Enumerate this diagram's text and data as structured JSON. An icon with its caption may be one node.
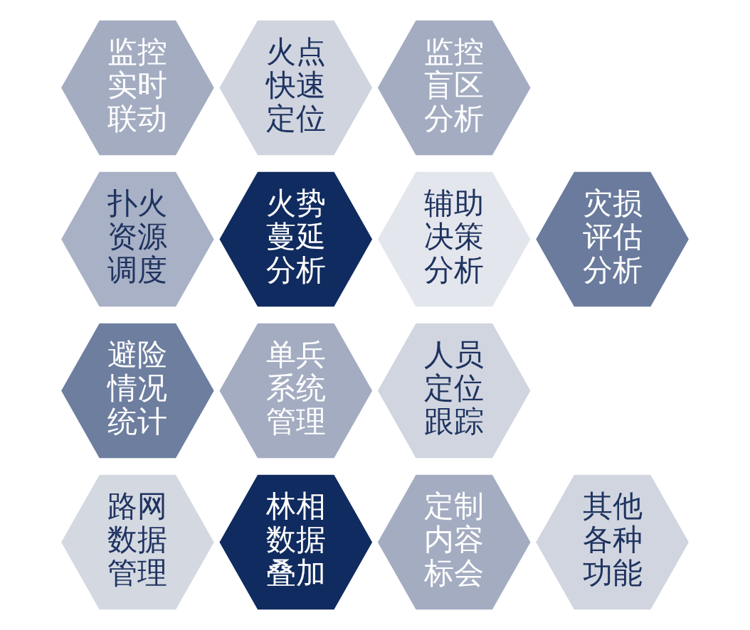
{
  "diagram": {
    "nodes": [
      {
        "text": [
          "监控实时联动"
        ]
      },
      {
        "text": [
          "火点快速定位"
        ]
      },
      {
        "text": [
          "监控盲区分析"
        ]
      },
      {
        "text": [
          "扑火资源调度"
        ]
      },
      {
        "text": [
          "火势蔓延分析"
        ]
      },
      {
        "text": [
          "辅助决策分析"
        ]
      },
      {
        "text": [
          "灾损评估分析"
        ]
      },
      {
        "text": [
          "避险情况统计"
        ]
      },
      {
        "text": [
          "单兵系统管理"
        ]
      },
      {
        "text": [
          "人员定位跟踪"
        ]
      },
      {
        "text": [
          "路网数据管理"
        ]
      },
      {
        "text": [
          "林相数据叠加"
        ]
      },
      {
        "text": [
          "定制内容标会"
        ]
      },
      {
        "text": [
          "其他各种功能"
        ]
      }
    ]
  }
}
